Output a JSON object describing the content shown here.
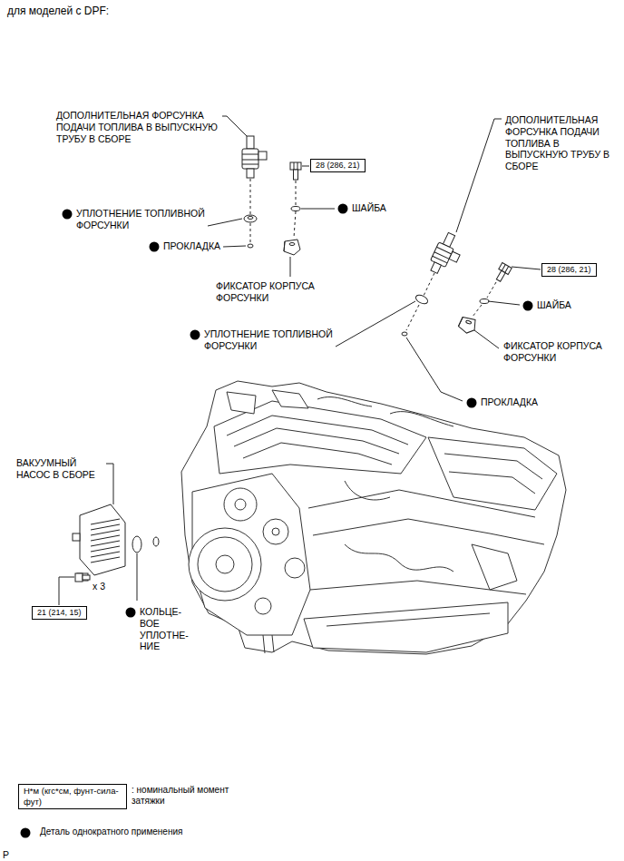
{
  "diagram": {
    "title": "для моделей с DPF:",
    "nodes": [
      {
        "text": [
          "28 (286, 21)"
        ]
      },
      {
        "text": [
          "28 (286, 21)"
        ]
      },
      {
        "text": [
          "21 (214, 15)"
        ]
      },
      {
        "text": [
          "Н*м (кгс*см, фунт-сила-фут)"
        ]
      }
    ],
    "labels": [
      "ДОПОЛНИТЕЛЬНАЯ ФОРСУНКА ПОДАЧИ ТОПЛИВА В ВЫПУСКНУЮ ТРУБУ В СБОРЕ",
      "ДОПОЛНИТЕЛЬНАЯ ФОРСУНКА ПОДАЧИ ТОПЛИВА В ВЫПУСКНУЮ ТРУБУ В СБОРЕ",
      "УПЛОТНЕНИЕ ТОПЛИВНОЙ ФОРСУНКИ",
      "ПРОКЛАДКА",
      "ШАЙБА",
      "ФИКСАТОР КОРПУСА ФОРСУНКИ",
      "ШАЙБА",
      "ФИКСАТОР КОРПУСА ФОРСУНКИ",
      "УПЛОТНЕНИЕ ТОПЛИВНОЙ ФОРСУНКИ",
      "ПРОКЛАДКА",
      "ВАКУУМНЫЙ НАСОС В СБОРЕ",
      "x 3",
      "КОЛЬЦЕ- ВОЕ УПЛОТНЕ- НИЕ",
      "P"
    ],
    "legend": [
      {
        "text": ": номинальный момент затяжки"
      },
      {
        "text": "Деталь однократного применения",
        "color": "#000000"
      }
    ]
  }
}
